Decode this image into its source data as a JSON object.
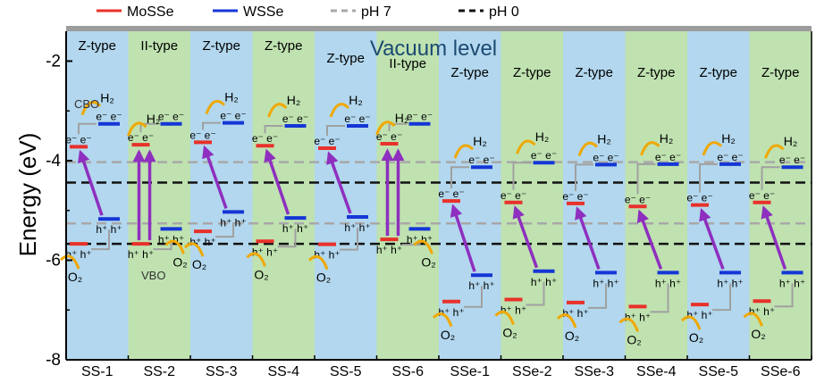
{
  "legend": [
    {
      "label": "MoSSe",
      "color": "#e8312a",
      "style": "solid"
    },
    {
      "label": "WSSe",
      "color": "#1536d6",
      "style": "solid"
    },
    {
      "label": "pH 7",
      "color": "#a8a8a8",
      "style": "dashed"
    },
    {
      "label": "pH 0",
      "color": "#111111",
      "style": "dashed"
    }
  ],
  "colors": {
    "band_blue": "#b2d7ee",
    "band_green": "#bfe2b0",
    "arrow": "#8e2fbf",
    "bracket": "#a0a0a0",
    "swoosh": "#f0a800",
    "top_bar": "#9c9c9c"
  },
  "vacuum_label": "Vacuum level",
  "notes": {
    "cbo": "CBO",
    "vbo": "VBO",
    "electrons": "e⁻ e⁻",
    "holes": "h⁺ h⁺"
  },
  "species": {
    "h2": "H₂",
    "o2": "O₂"
  },
  "chart_data": {
    "type": "band-alignment",
    "ylabel": "Energy (eV)",
    "ylim": [
      -8,
      -1.4
    ],
    "yticks": [
      -2,
      -4,
      -6,
      -8
    ],
    "grid": false,
    "legend_position": "top",
    "reference_levels": [
      {
        "name": "pH 7",
        "values": [
          -4.03,
          -5.26
        ]
      },
      {
        "name": "pH 0",
        "values": [
          -4.44,
          -5.67
        ]
      }
    ],
    "categories": [
      "SS-1",
      "SS-2",
      "SS-3",
      "SS-4",
      "SS-5",
      "SS-6",
      "SSe-1",
      "SSe-2",
      "SSe-3",
      "SSe-4",
      "SSe-5",
      "SSe-6"
    ],
    "alignment_type": [
      "Z-type",
      "II-type",
      "Z-type",
      "Z-type",
      "Z-type",
      "II-type",
      "Z-type",
      "Z-type",
      "Z-type",
      "Z-type",
      "Z-type",
      "Z-type"
    ],
    "series": [
      {
        "name": "MoSSe",
        "cbm": [
          -3.72,
          -3.68,
          -3.63,
          -3.7,
          -3.75,
          -3.66,
          -4.81,
          -4.84,
          -4.86,
          -4.92,
          -4.89,
          -4.84
        ],
        "vbm": [
          -5.67,
          -5.67,
          -5.42,
          -5.62,
          -5.68,
          -5.58,
          -6.83,
          -6.79,
          -6.85,
          -6.93,
          -6.89,
          -6.82
        ]
      },
      {
        "name": "WSSe",
        "cbm": [
          -3.26,
          -3.26,
          -3.24,
          -3.3,
          -3.3,
          -3.26,
          -4.13,
          -4.04,
          -4.08,
          -4.07,
          -4.07,
          -4.13
        ],
        "vbm": [
          -5.17,
          -5.37,
          -5.03,
          -5.15,
          -5.13,
          -5.37,
          -6.3,
          -6.22,
          -6.25,
          -6.25,
          -6.25,
          -6.25
        ]
      }
    ]
  }
}
